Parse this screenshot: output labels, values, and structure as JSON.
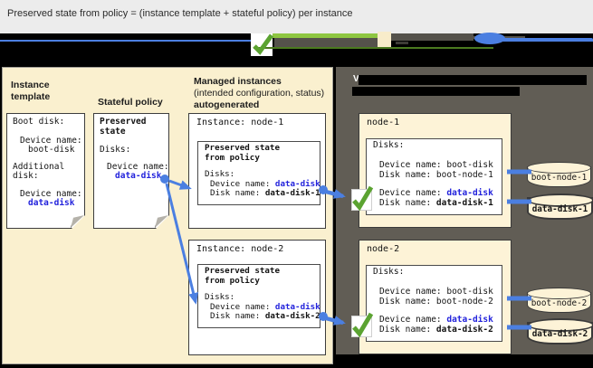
{
  "title": "Preserved state from policy = (instance template + stateful policy) per instance",
  "colors": {
    "arrow_blue": "#4b7fe1",
    "value_blue": "#2323dc",
    "check_green": "#5ba331",
    "bar_green": "#8ec641",
    "bar_green_dark": "#4b7a1f",
    "panel_cream": "#faf0cf",
    "box_cream": "#fdf3d7",
    "panel_dark": "#615d55"
  },
  "left_panel": {
    "heading_instance_template_1": "Instance",
    "heading_instance_template_2": "template",
    "heading_stateful_policy": "Stateful policy",
    "heading_managed_1": "Managed instances",
    "heading_managed_2": "(intended configuration, status)",
    "heading_managed_3": "autogenerated",
    "instance_template_box": {
      "boot_section": "Boot disk:",
      "boot_device_label": "Device name:",
      "boot_device_value": "boot-disk",
      "additional_section_1": "Additional",
      "additional_section_2": "disk:",
      "data_device_label": "Device name:",
      "data_device_value": "data-disk"
    },
    "stateful_policy_box": {
      "title_1": "Preserved",
      "title_2": "state",
      "disks": "Disks:",
      "device_label": "Device name:",
      "device_value": "data-disk"
    },
    "managed_instances": [
      {
        "instance_line": "Instance: node-1",
        "preserved_1": "Preserved state",
        "preserved_2": "from policy",
        "disks": "Disks:",
        "device_label": "Device name: ",
        "device_value": "data-disk",
        "disk_label": "Disk name: ",
        "disk_value": "data-disk-1"
      },
      {
        "instance_line": "Instance: node-2",
        "preserved_1": "Preserved state",
        "preserved_2": "from policy",
        "disks": "Disks:",
        "device_label": "Device name: ",
        "device_value": "data-disk",
        "disk_label": "Disk name: ",
        "disk_value": "data-disk-2"
      }
    ]
  },
  "right_panel": {
    "redacted_header_visible": "V",
    "vm_instances": [
      {
        "name": "node-1",
        "disks": "Disks:",
        "boot_device_label": "Device name: ",
        "boot_device_value": "boot-disk",
        "boot_disk_label": "Disk name: ",
        "boot_disk_value": "boot-node-1",
        "data_device_label": "Device name: ",
        "data_device_value": "data-disk",
        "data_disk_label": "Disk name: ",
        "data_disk_value": "data-disk-1",
        "boot_cylinder": "boot-node-1",
        "data_cylinder": "data-disk-1"
      },
      {
        "name": "node-2",
        "disks": "Disks:",
        "boot_device_label": "Device name: ",
        "boot_device_value": "boot-disk",
        "boot_disk_label": "Disk name: ",
        "boot_disk_value": "boot-node-2",
        "data_device_label": "Device name: ",
        "data_device_value": "data-disk",
        "data_disk_label": "Disk name: ",
        "data_disk_value": "data-disk-2",
        "boot_cylinder": "boot-node-2",
        "data_cylinder": "data-disk-2"
      }
    ]
  }
}
